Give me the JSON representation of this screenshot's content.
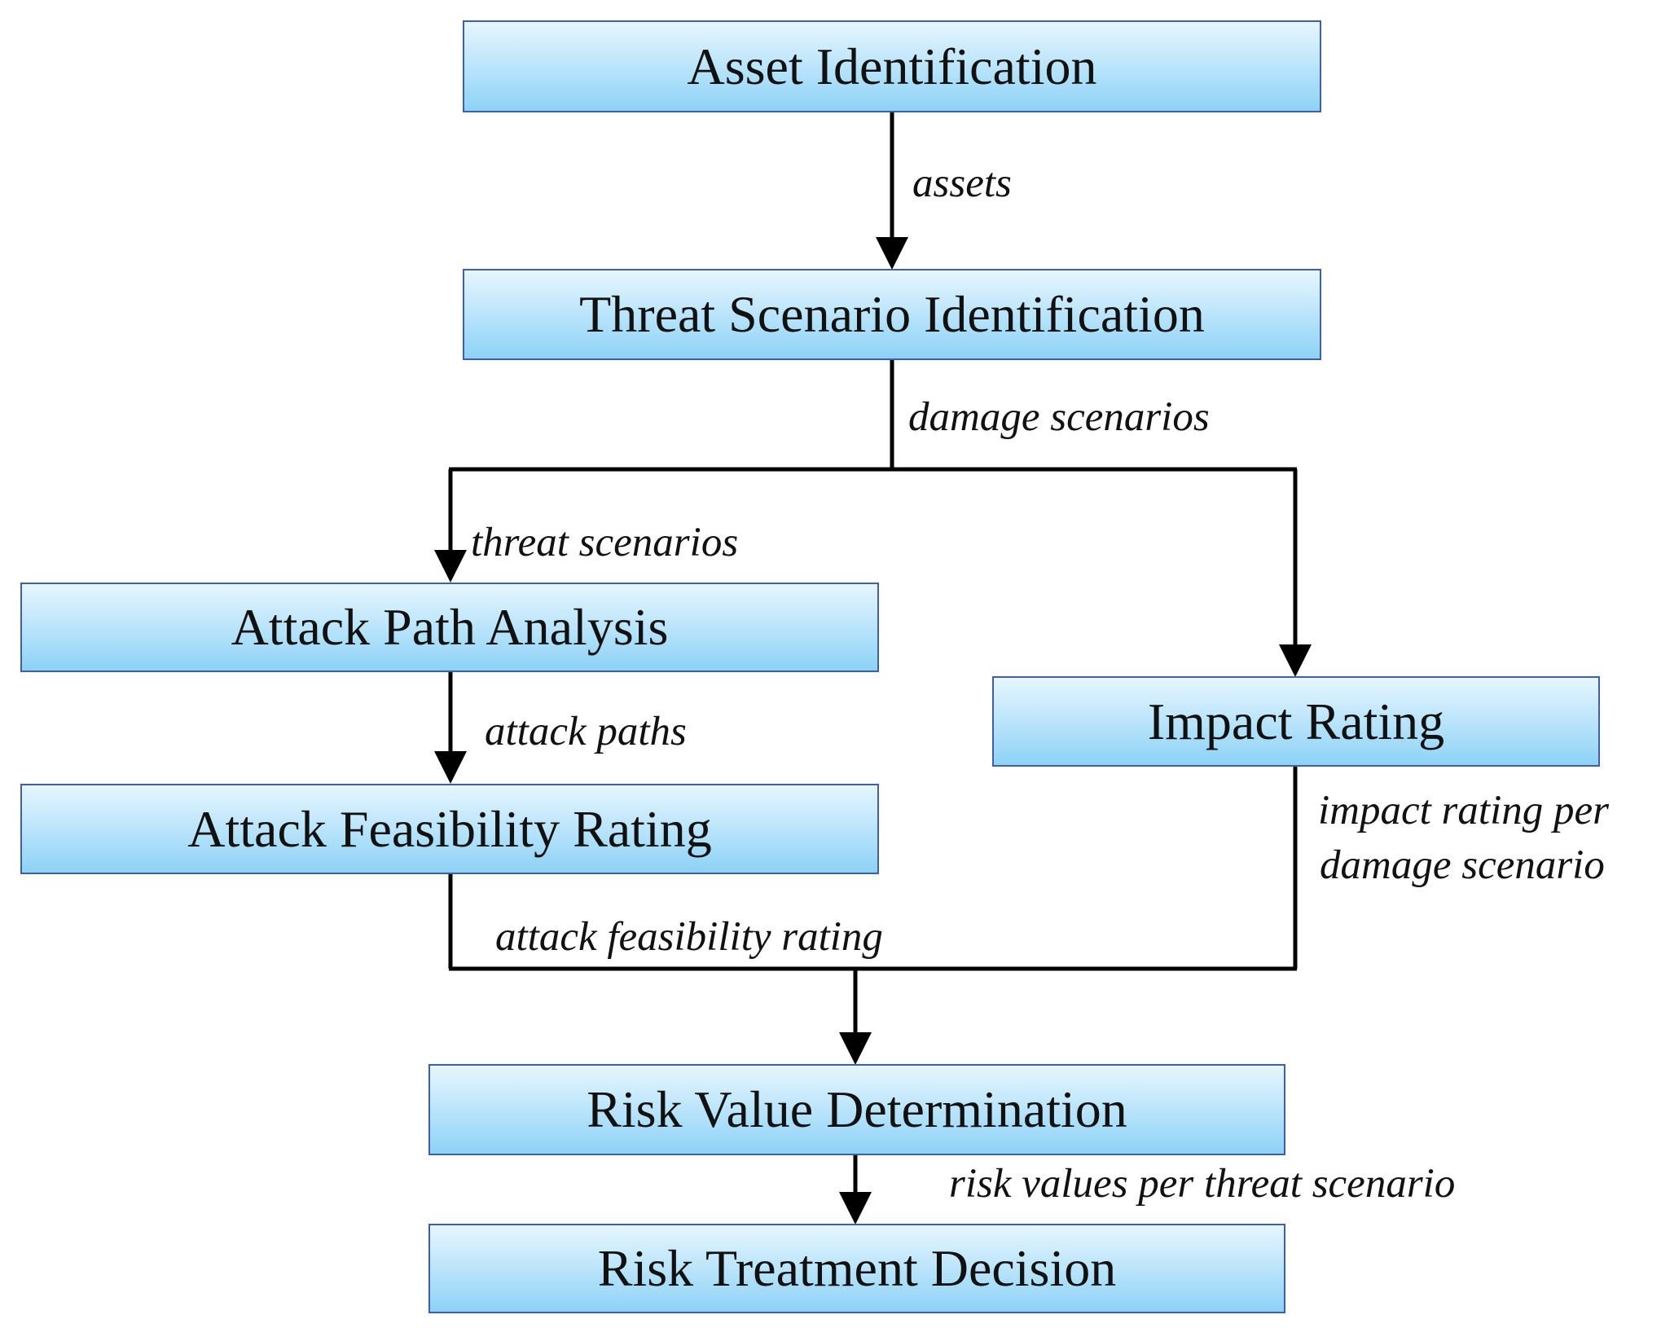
{
  "boxes": {
    "asset": "Asset Identification",
    "threat": "Threat Scenario Identification",
    "attack_path": "Attack Path Analysis",
    "impact": "Impact Rating",
    "feasibility": "Attack Feasibility Rating",
    "risk_value": "Risk Value Determination",
    "treatment": "Risk Treatment Decision"
  },
  "edges": {
    "assets": "assets",
    "damage_scenarios": "damage scenarios",
    "threat_scenarios": "threat scenarios",
    "attack_paths": "attack paths",
    "impact_rating_line1": "impact rating per",
    "impact_rating_line2": "damage scenario",
    "attack_feasibility_rating": "attack feasibility rating",
    "risk_values": "risk values per threat scenario"
  }
}
